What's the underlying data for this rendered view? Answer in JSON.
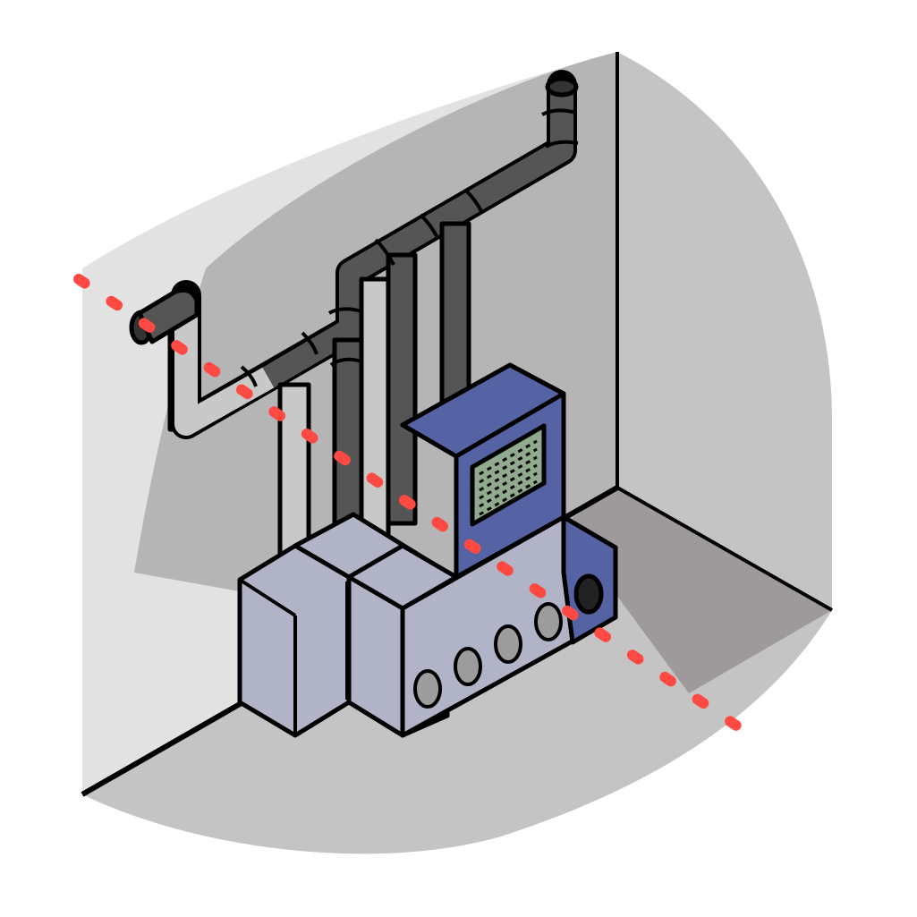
{
  "illustration": {
    "subject": "boiler-with-pipes",
    "colors": {
      "background": "#ffffff",
      "wall_back": "#b5b5b5",
      "wall_side": "#c4c4c4",
      "wall_light": "#e2e2e2",
      "floor": "#c4c4c4",
      "floor_shadow": "#9e9a9b",
      "pipe_dark": "#555555",
      "pipe_light": "#c8c8c8",
      "boiler_body": "#b0b4c6",
      "control_box": "#5563a4",
      "grille": "#8faa8c",
      "burner_port": "#9c9c9c",
      "cut_line": "#ff4a43"
    },
    "burner_ports": 4,
    "cut_line_style": "dashed"
  }
}
